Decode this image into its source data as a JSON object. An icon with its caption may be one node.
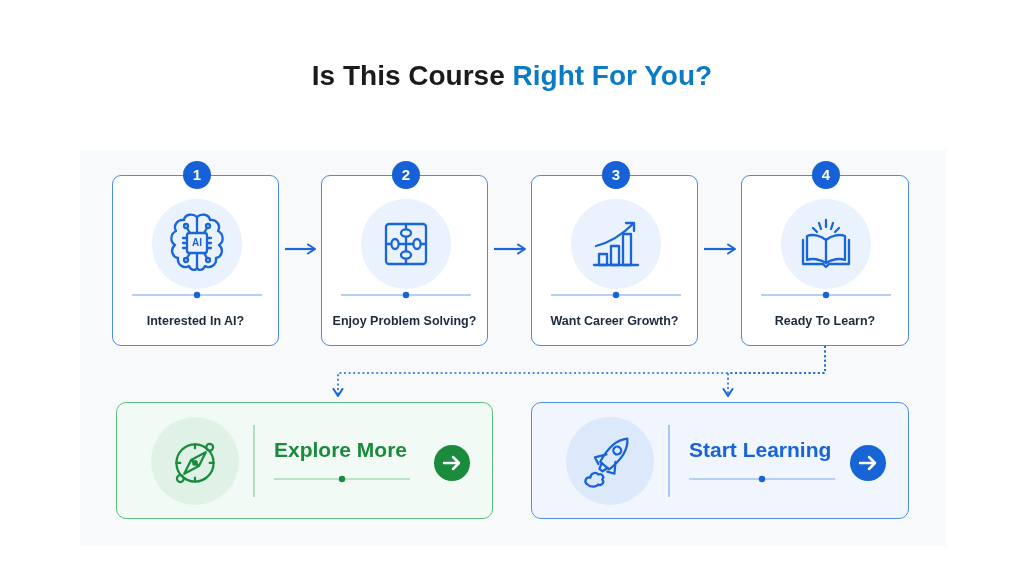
{
  "diagram": {
    "title": "Is This Course **Right For You?**",
    "nodes": [
      {
        "text": [
          "1",
          "AI",
          "Interested In AI?"
        ]
      },
      {
        "text": [
          "2",
          "Enjoy Problem Solving?"
        ]
      },
      {
        "text": [
          "3",
          "Want Career Growth?"
        ]
      },
      {
        "text": [
          "4",
          "Ready To Learn?"
        ]
      },
      {
        "text": [
          "Explore More"
        ]
      },
      {
        "text": [
          "Start Learning"
        ]
      }
    ],
    "edges": [
      {
        "from": 0,
        "to": 1,
        "arrow": "to"
      },
      {
        "from": 1,
        "to": 2,
        "arrow": "to"
      },
      {
        "from": 2,
        "to": 3,
        "arrow": "to"
      },
      {
        "from": 3,
        "to": 4,
        "arrow": "to",
        "style": "dashed"
      },
      {
        "from": 3,
        "to": 5,
        "arrow": "to",
        "style": "dashed"
      }
    ]
  }
}
